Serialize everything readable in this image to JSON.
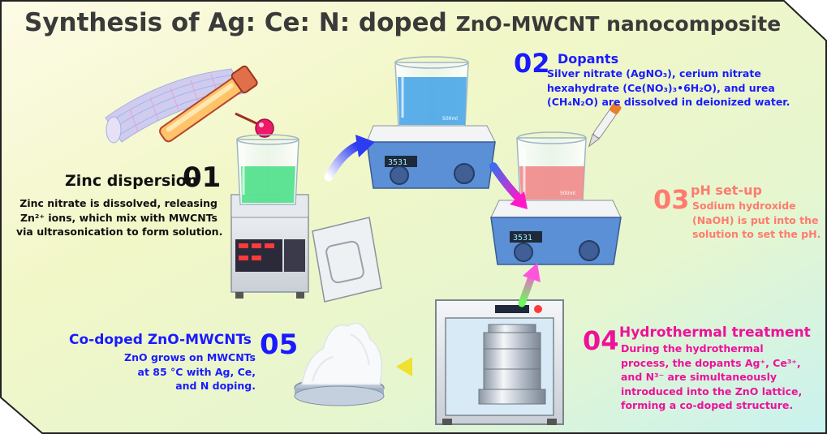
{
  "title": {
    "main": "Synthesis of Ag: Ce: N: doped ",
    "tail": "ZnO-MWCNT nanocomposite"
  },
  "steps": [
    {
      "number": "01",
      "heading": "Zinc dispersion",
      "lines": [
        "Zinc nitrate is dissolved, releasing",
        "Zn²⁺ ions, which mix with MWCNTs",
        "via ultrasonication to form solution."
      ],
      "color": "#111111"
    },
    {
      "number": "02",
      "heading": "Dopants",
      "lines": [
        "Silver nitrate (AgNO₃), cerium nitrate",
        "hexahydrate (Ce(NO₃)₃•6H₂O), and urea",
        "(CH₄N₂O) are dissolved in deionized water."
      ],
      "color": "#1a1aff"
    },
    {
      "number": "03",
      "heading": "pH set-up",
      "lines": [
        "Sodium hydroxide",
        "(NaOH) is put into the",
        "solution to set the pH."
      ],
      "color": "#ff7b6e"
    },
    {
      "number": "04",
      "heading": "Hydrothermal treatment",
      "lines": [
        "During the hydrothermal",
        "process, the dopants Ag⁺, Ce³⁺,",
        "and N³⁻ are simultaneously",
        "introduced into the ZnO lattice,",
        "forming a co-doped structure."
      ],
      "color": "#ee1199"
    },
    {
      "number": "05",
      "heading": "Co-doped ZnO-MWCNTs",
      "lines": [
        "ZnO grows on MWCNTs",
        "at 85 °C with Ag, Ce,",
        "and N doping."
      ],
      "color": "#1a1aff"
    }
  ],
  "equipment": {
    "stirrer_display_1": "3531",
    "stirrer_display_2": "3531",
    "beaker_label": "500ml"
  },
  "colors": {
    "green_solution": "#4ee08a",
    "blue_solution": "#4aa6e8",
    "red_solution": "#f08a8a",
    "stirrer_body": "#5b8fd6"
  }
}
